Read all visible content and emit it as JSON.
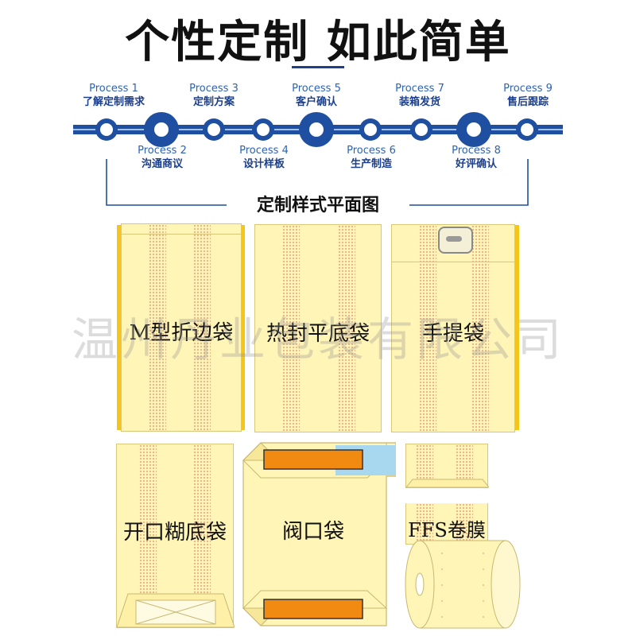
{
  "header": {
    "title": "个性定制 如此简单"
  },
  "process": [
    {
      "label": "Process 1",
      "name": "了解定制需求"
    },
    {
      "label": "Process 2",
      "name": "沟通商议"
    },
    {
      "label": "Process 3",
      "name": "定制方案"
    },
    {
      "label": "Process 4",
      "name": "设计样板"
    },
    {
      "label": "Process 5",
      "name": "客户确认"
    },
    {
      "label": "Process 6",
      "name": "生产制造"
    },
    {
      "label": "Process 7",
      "name": "装箱发货"
    },
    {
      "label": "Process 8",
      "name": "好评确认"
    },
    {
      "label": "Process 9",
      "name": "售后跟踪"
    }
  ],
  "section": {
    "title": "定制样式平面图"
  },
  "bags": {
    "m_fold": "M型折边袋",
    "heat_seal": "热封平底袋",
    "handle": "手提袋",
    "open_paste": "开口糊底袋",
    "valve": "阀口袋",
    "ffs": "FFS卷膜"
  },
  "watermark": "温州丹业包装有限公司",
  "colors": {
    "timeline_blue": "#1f4fa0",
    "bag_fill": "#fff5b6",
    "gusset_yellow": "#f5c518",
    "valve_orange": "#f08a10",
    "valve_blue": "#a8d8f0",
    "label_blue": "#2c62b5"
  }
}
